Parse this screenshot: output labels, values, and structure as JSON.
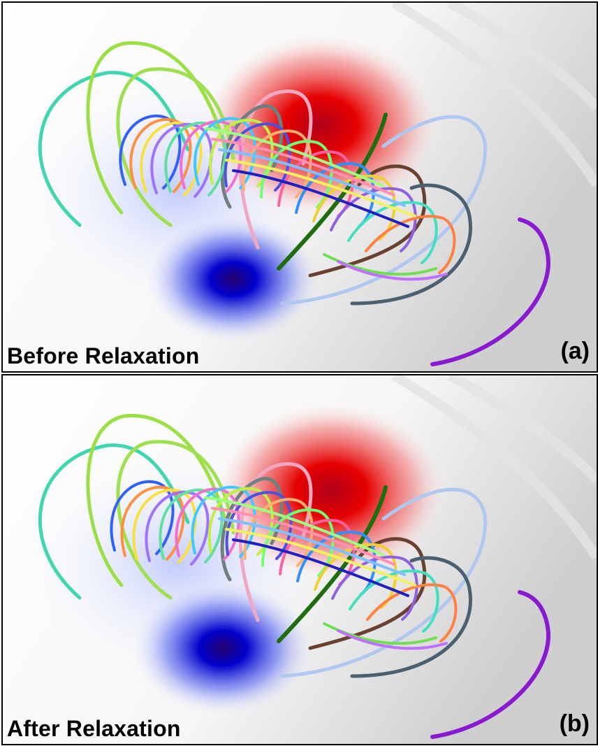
{
  "panels": [
    {
      "caption": "Before Relaxation",
      "tag": "(a)"
    },
    {
      "caption": "After Relaxation",
      "tag": "(b)"
    }
  ],
  "colors": {
    "positive_polarity": "#e60000",
    "negative_polarity": "#0000cc",
    "panel_border": "#000000"
  }
}
